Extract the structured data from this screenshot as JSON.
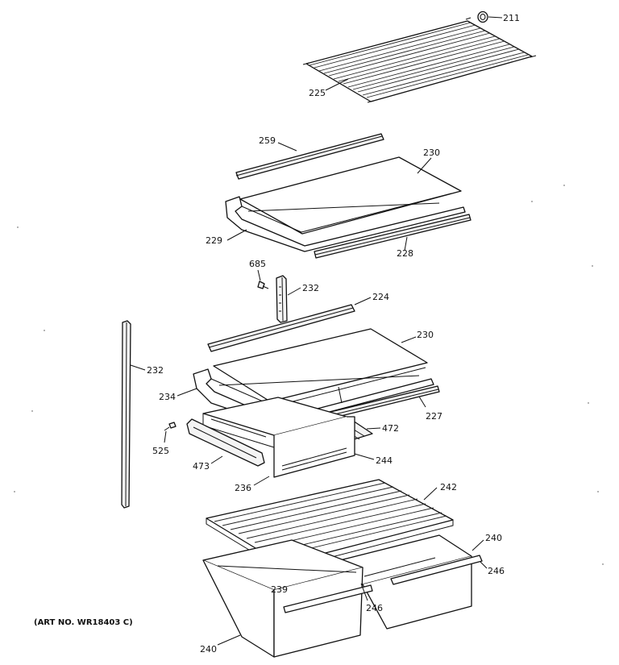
{
  "diagram": {
    "callouts": {
      "c211": "211",
      "c225": "225",
      "c259": "259",
      "c230a": "230",
      "c229": "229",
      "c228": "228",
      "c685": "685",
      "c232a": "232",
      "c224": "224",
      "c230b": "230",
      "c232b": "232",
      "c234": "234",
      "c227": "227",
      "c472": "472",
      "c525": "525",
      "c244": "244",
      "c473": "473",
      "c236": "236",
      "c242": "242",
      "c240a": "240",
      "c246a": "246",
      "c239": "239",
      "c246b": "246",
      "c240b": "240"
    },
    "art_number": "(ART NO. WR18403 C)"
  }
}
